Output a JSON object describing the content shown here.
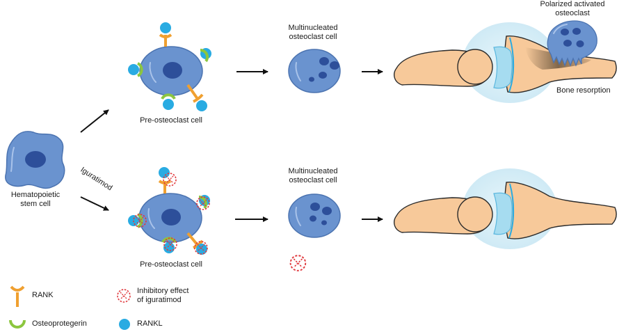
{
  "labels": {
    "stem_cell": [
      "Hematopoietic",
      "stem cell"
    ],
    "pre_osteoclast_top": "Pre-osteoclast cell",
    "pre_osteoclast_bottom": "Pre-osteoclast cell",
    "multinucleated_top": [
      "Multinucleated",
      "osteoclast cell"
    ],
    "multinucleated_bottom": [
      "Multinucleated",
      "osteoclast cell"
    ],
    "polarized": [
      "Polarized activated",
      "osteoclast"
    ],
    "bone_resorption": "Bone resorption",
    "drug": "Iguratimod"
  },
  "legend": {
    "rank": "RANK",
    "osteoprotegerin": "Osteoprotegerin",
    "inhibitory": [
      "Inhibitory effect",
      "of iguratimod"
    ],
    "rankl": "RANKL"
  },
  "colors": {
    "cell_fill": "#6a93cf",
    "cell_stroke": "#4b73b0",
    "nucleus": "#2d4f9a",
    "rank_orange": "#f0a030",
    "opg_green": "#8cc63f",
    "rankl_blue": "#29abe2",
    "inhibit_red": "#e0393e",
    "bone": "#f7c99a",
    "bone_stroke": "#2b2b2b",
    "cartilage": "#a6dcf0"
  }
}
